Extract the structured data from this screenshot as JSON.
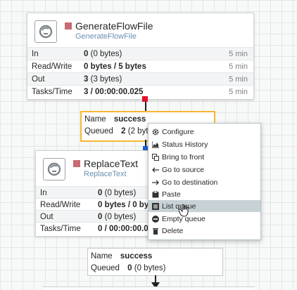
{
  "processors": [
    {
      "name": "GenerateFlowFile",
      "type": "GenerateFlowFile",
      "stats": [
        {
          "label": "In",
          "value": "0",
          "detail": "(0 bytes)",
          "time": "5 min"
        },
        {
          "label": "Read/Write",
          "value": "0 bytes / 5 bytes",
          "detail": "",
          "time": "5 min"
        },
        {
          "label": "Out",
          "value": "3",
          "detail": "(3 bytes)",
          "time": "5 min"
        },
        {
          "label": "Tasks/Time",
          "value": "3 / 00:00:00.025",
          "detail": "",
          "time": "5 min"
        }
      ]
    },
    {
      "name": "ReplaceText",
      "type": "ReplaceText",
      "stats": [
        {
          "label": "In",
          "value": "0",
          "detail": "(0 bytes)"
        },
        {
          "label": "Read/Write",
          "value": "0 bytes / 0 bytes",
          "detail": ""
        },
        {
          "label": "Out",
          "value": "0",
          "detail": "(0 bytes)"
        },
        {
          "label": "Tasks/Time",
          "value": "0 / 00:00:00.000",
          "detail": ""
        }
      ]
    }
  ],
  "connections": [
    {
      "name_label": "Name",
      "name_value": "success",
      "queued_label": "Queued",
      "queued_value": "2",
      "queued_detail": "(2 bytes)"
    },
    {
      "name_label": "Name",
      "name_value": "success",
      "queued_label": "Queued",
      "queued_value": "0",
      "queued_detail": "(0 bytes)"
    }
  ],
  "context_menu": {
    "items": [
      {
        "label": "Configure",
        "icon": "gear-icon"
      },
      {
        "label": "Status History",
        "icon": "chart-icon"
      },
      {
        "label": "Bring to front",
        "icon": "bring-to-front-icon"
      },
      {
        "label": "Go to source",
        "icon": "arrow-left-icon"
      },
      {
        "label": "Go to destination",
        "icon": "arrow-right-icon"
      },
      {
        "label": "Paste",
        "icon": "paste-icon"
      },
      {
        "label": "List queue",
        "icon": "list-icon"
      },
      {
        "label": "Empty queue",
        "icon": "minus-circle-icon"
      },
      {
        "label": "Delete",
        "icon": "trash-icon"
      }
    ],
    "highlighted": "List queue"
  },
  "colors": {
    "stopped": "#c96b72",
    "selected_border": "#f3b830",
    "type_link": "#6b8fb0",
    "connector_red": "#e0142d",
    "connector_blue": "#1f5fd6"
  }
}
